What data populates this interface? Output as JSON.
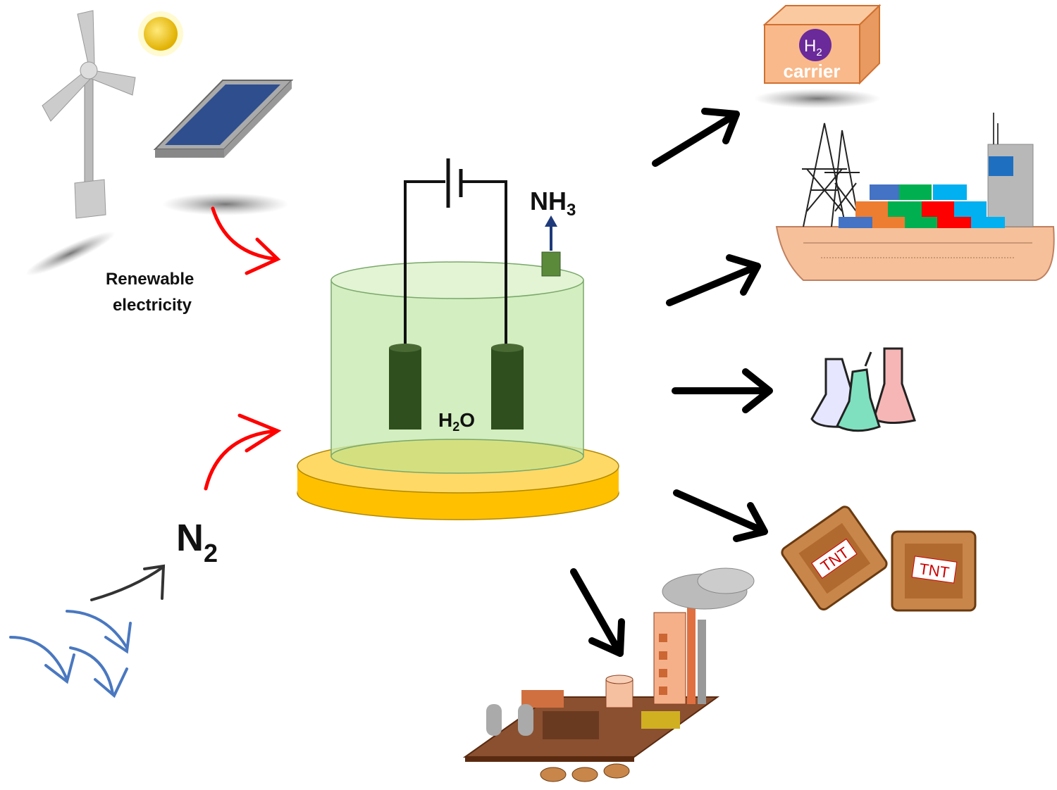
{
  "labels": {
    "renewable_line1": "Renewable",
    "renewable_line2": "electricity",
    "nh3_main": "NH",
    "nh3_sub": "3",
    "h2o_h": "H",
    "h2o_sub": "2",
    "h2o_o": "O",
    "n2_main": "N",
    "n2_sub": "2",
    "h2_main": "H",
    "h2_sub": "2",
    "carrier": "carrier",
    "tnt_1": "TNT",
    "tnt_2": "TNT"
  },
  "colors": {
    "arrow_black": "#000000",
    "arrow_red": "#ff0000",
    "wind_arrow_blue": "#4a78c0",
    "cell_green": "#c8eab0",
    "base_yellow": "#ffc000",
    "electrode": "#2f4f1f",
    "carrier_box": "#f9b98a",
    "h2_badge": "#6a2a9a"
  }
}
